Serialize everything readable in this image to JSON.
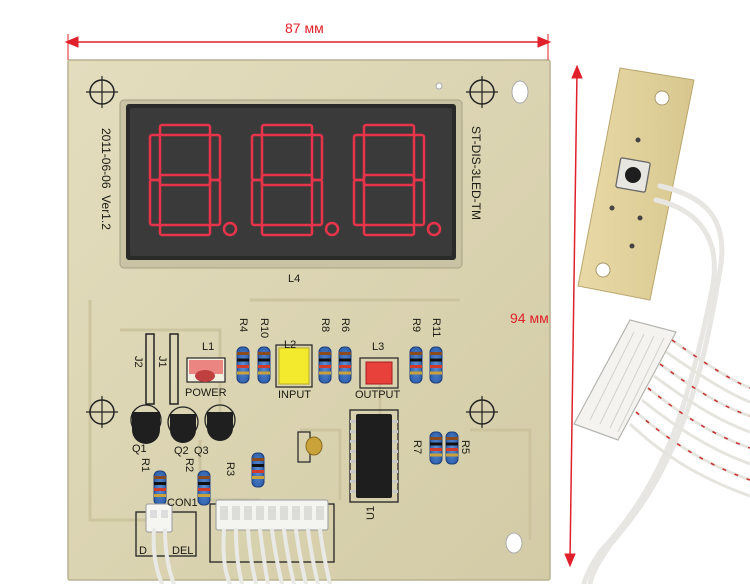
{
  "dimensions": {
    "width_label": "87 мм",
    "height_label": "94 мм"
  },
  "silkscreen": {
    "date": "2011-06-06",
    "version": "Ver1.2",
    "model": "ST-DIS-3LED-TM",
    "display_ref": "L4",
    "leds": [
      "L1",
      "L2",
      "L3"
    ],
    "led_labels": [
      "POWER",
      "INPUT",
      "OUTPUT"
    ],
    "jumpers": [
      "J2",
      "J1"
    ],
    "transistors": [
      "Q1",
      "Q2",
      "Q3"
    ],
    "resistors_top": [
      "R4",
      "R10",
      "R8",
      "R6",
      "R9",
      "R11"
    ],
    "resistors_bottom": [
      "R1",
      "R2",
      "R3"
    ],
    "resistors_right": [
      "R7",
      "R5"
    ],
    "ic": "U1",
    "connector": "CON1",
    "del_label": "DEL",
    "d_label": "D"
  },
  "display": {
    "digits": "8.8.8",
    "color": "#e8344a"
  },
  "colors": {
    "board": "#ddd7b6",
    "dimension_line": "#e0202a"
  }
}
